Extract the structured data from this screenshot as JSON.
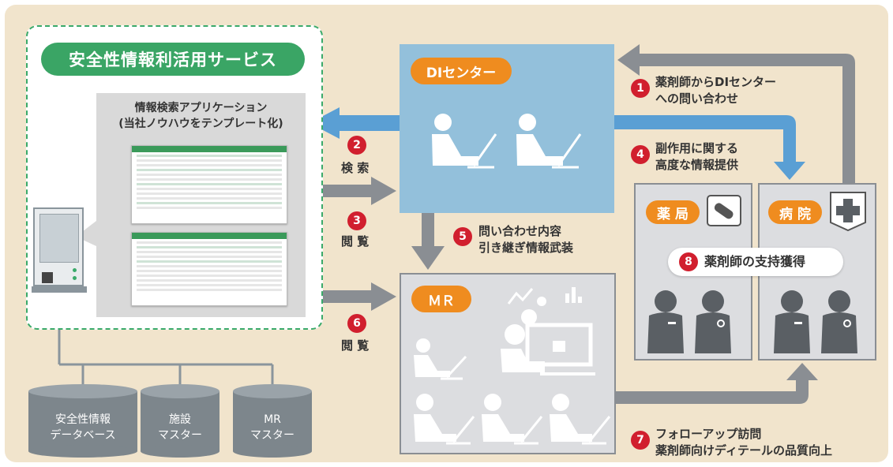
{
  "service": {
    "title": "安全性情報利活用サービス"
  },
  "app": {
    "title_line1": "情報検索アプリケーション",
    "title_line2": "(当社ノウハウをテンプレート化)"
  },
  "di_center": {
    "label": "DIセンター"
  },
  "mr": {
    "label": "ＭＲ"
  },
  "pharmacy": {
    "label": "薬 局"
  },
  "hospital": {
    "label": "病 院"
  },
  "steps": [
    {
      "num": "1",
      "line1": "薬剤師からDIセンター",
      "line2": "への問い合わせ"
    },
    {
      "num": "2",
      "line1": "検 索"
    },
    {
      "num": "3",
      "line1": "閲 覧"
    },
    {
      "num": "4",
      "line1": "副作用に関する",
      "line2": "高度な情報提供"
    },
    {
      "num": "5",
      "line1": "問い合わせ内容",
      "line2": "引き継ぎ情報武装"
    },
    {
      "num": "6",
      "line1": "閲 覧"
    },
    {
      "num": "7",
      "line1": "フォローアップ訪問",
      "line2": "薬剤師向けディテールの品質向上"
    },
    {
      "num": "8",
      "line1": "薬剤師の支持獲得"
    }
  ],
  "databases": [
    {
      "line1": "安全性情報",
      "line2": "データベース"
    },
    {
      "line1": "施設",
      "line2": "マスター"
    },
    {
      "line1": "MR",
      "line2": "マスター"
    }
  ],
  "colors": {
    "green": "#3aa565",
    "orange": "#ef8c1f",
    "red": "#d11f2e",
    "blue": "#5a9fd4",
    "gray": "#8a8e93"
  }
}
